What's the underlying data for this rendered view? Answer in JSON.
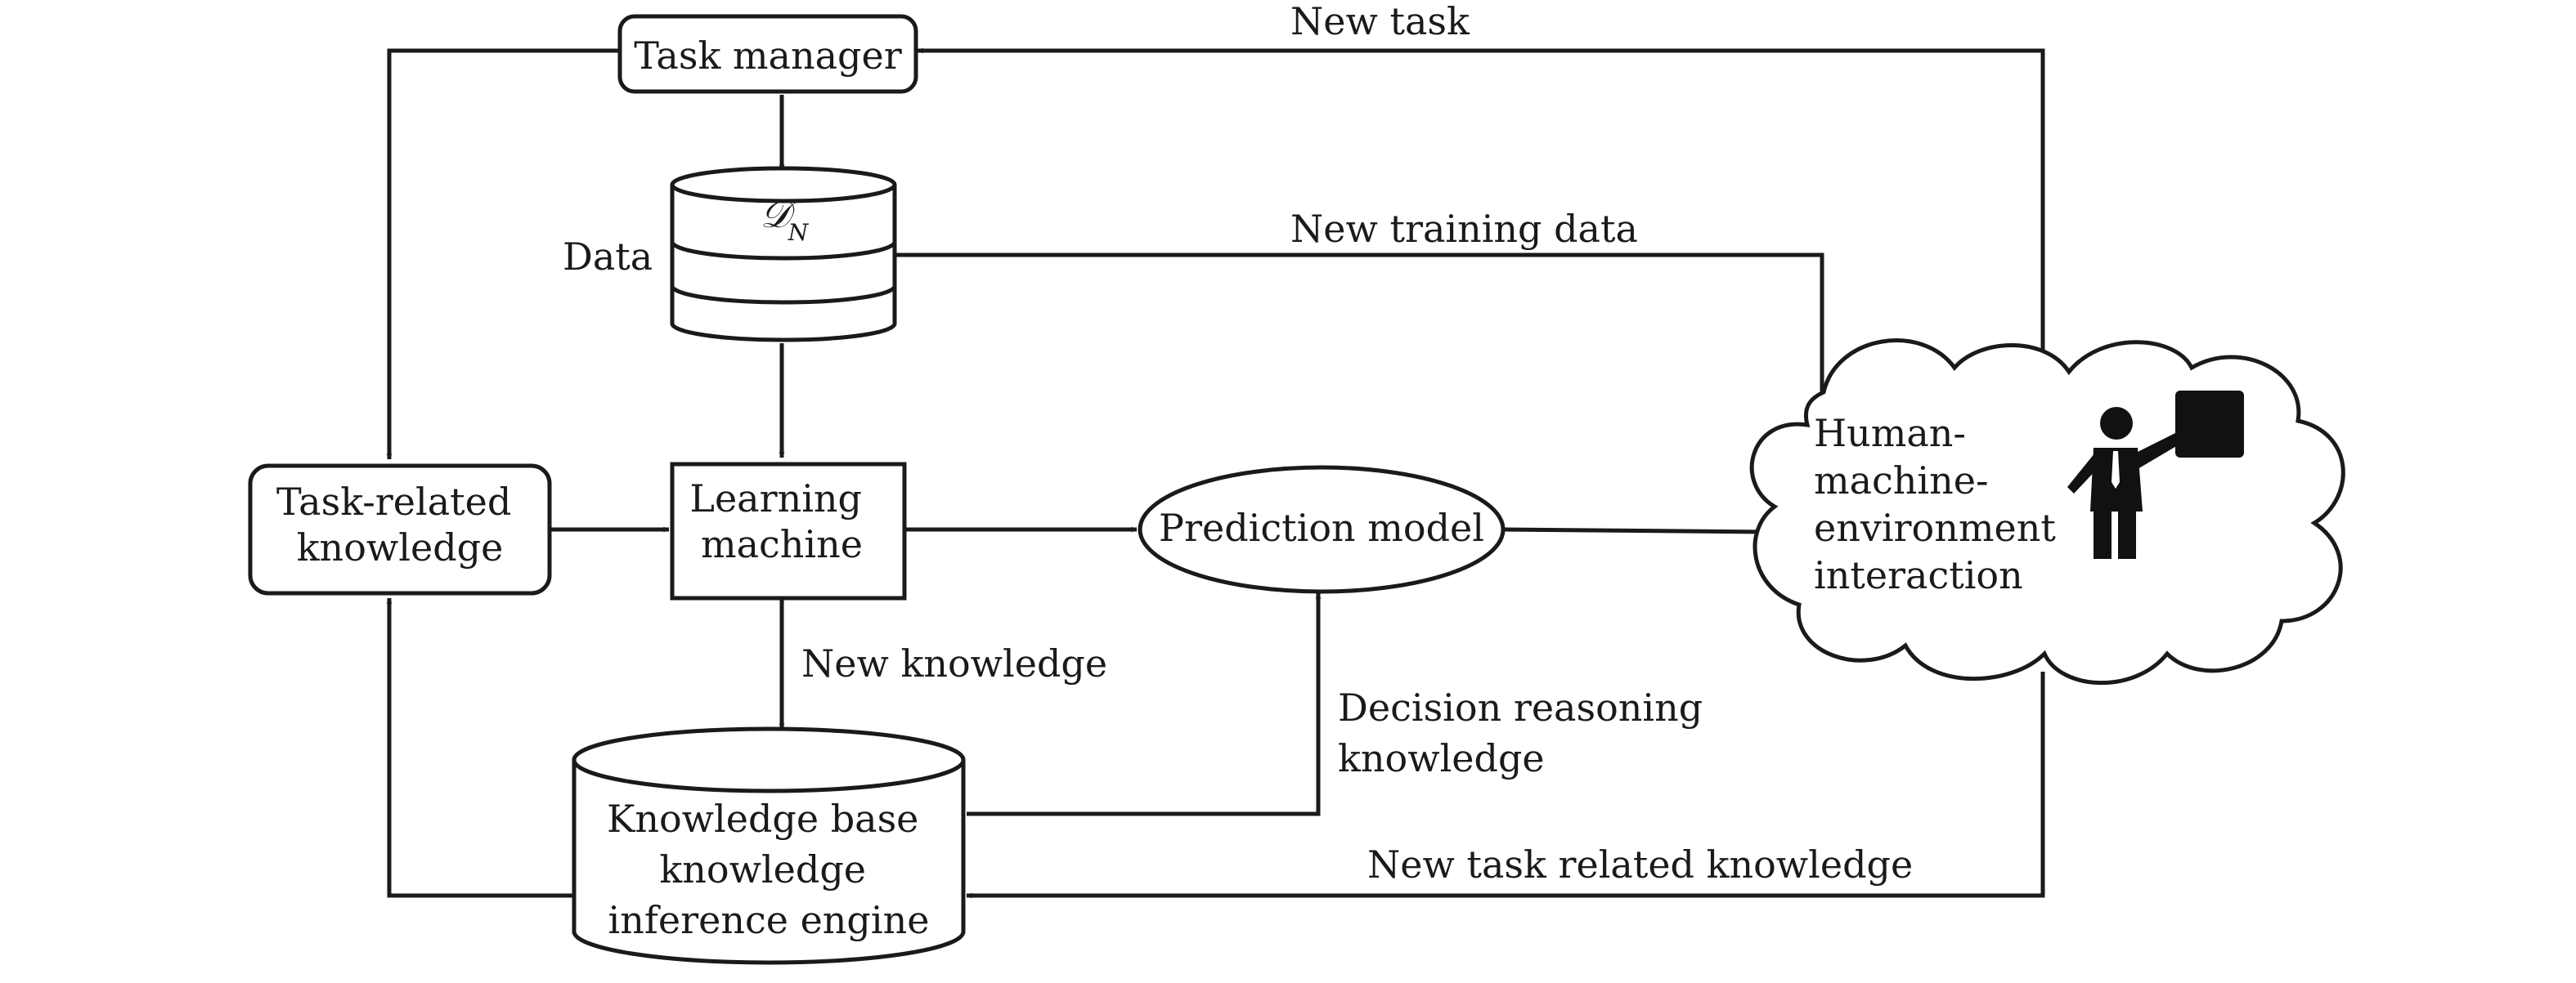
{
  "nodes": {
    "task_manager": "Task manager",
    "data_store": {
      "side_label": "Data",
      "symbol_main": "𝒟",
      "symbol_sub": "N"
    },
    "task_related_knowledge": [
      "Task-related",
      "knowledge"
    ],
    "learning_machine": [
      "Learning",
      "machine"
    ],
    "prediction_model": "Prediction model",
    "knowledge_base": [
      "Knowledge base",
      "knowledge",
      "inference engine"
    ],
    "hme_interaction": [
      "Human-",
      "machine-",
      "environment",
      "interaction"
    ]
  },
  "edges": {
    "new_task": "New task",
    "new_training_data": "New training data",
    "new_knowledge": "New knowledge",
    "decision_reasoning_knowledge": [
      "Decision reasoning",
      "knowledge"
    ],
    "new_task_related_knowledge": "New task related knowledge"
  },
  "icons": {
    "teacher": "teacher-at-board-icon"
  }
}
